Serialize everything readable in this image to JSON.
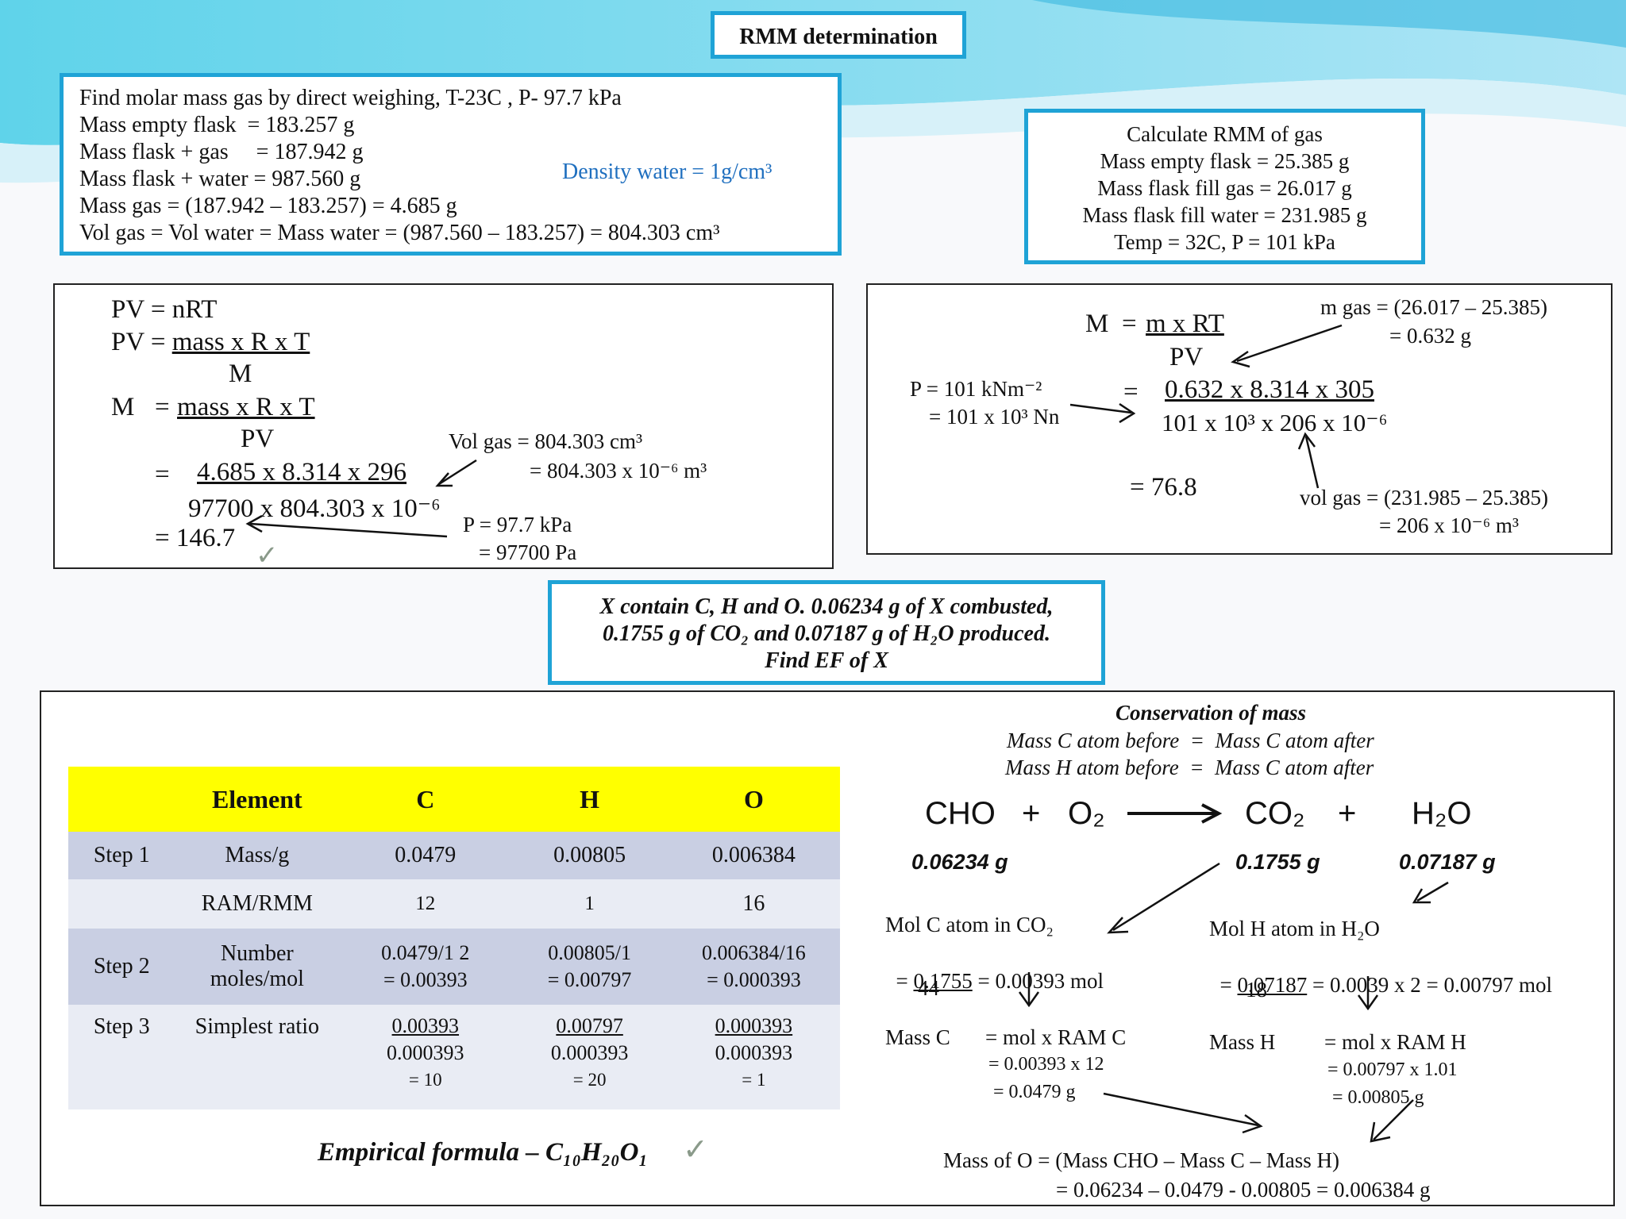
{
  "title": "RMM determination",
  "box1": {
    "lines": [
      "Find molar mass gas by direct weighing, T-23C , P- 97.7 kPa",
      "Mass empty flask  = 183.257 g",
      "Mass flask + gas     = 187.942 g",
      "Mass flask + water = 987.560 g",
      "Mass gas = (187.942 – 183.257) = 4.685 g",
      "Vol gas = Vol water = Mass water = (987.560 – 183.257) = 804.303 cm³"
    ],
    "density": "Density water = 1g/cm³"
  },
  "box2": {
    "lines": [
      "Calculate RMM of gas",
      "Mass empty flask = 25.385 g",
      "Mass flask fill gas = 26.017 g",
      "Mass flask fill water = 231.985 g",
      "Temp = 32C, P = 101 kPa"
    ]
  },
  "calc1": {
    "l1": "PV = nRT",
    "l2a": "PV = ",
    "l2b": "mass x R x T",
    "l3": "M",
    "l4a": "M",
    "l4b": "=",
    "l4c": "mass x R x T",
    "l5": "PV",
    "l6a": "=",
    "l6b": "4.685 x 8.314 x 296",
    "l7": "97700 x  804.303 x 10⁻⁶",
    "l8": "= 146.7",
    "vol1": "Vol gas = 804.303 cm³",
    "vol2": "=  804.303 x 10⁻⁶ m³",
    "p1": "P = 97.7 kPa",
    "p2": "=  97700 Pa"
  },
  "calc2": {
    "m_a": "M",
    "m_b": "=",
    "m_c": "m x RT",
    "pv": "PV",
    "eq": "=",
    "num": "0.632  x  8.314  x 305",
    "den": "101 x 10³ x 206 x 10⁻⁶",
    "res": "=  76.8",
    "mgas1": "m gas = (26.017 – 25.385)",
    "mgas2": "= 0.632 g",
    "p1": "P = 101 kNm⁻²",
    "p2": "=  101 x 10³ Nn",
    "vgas1": "vol gas = (231.985 – 25.385)",
    "vgas2": "= 206 x 10⁻⁶ m³"
  },
  "question": {
    "lines": [
      "X contain C, H and O. 0.06234 g of  X combusted,",
      "0.1755 g of CO₂ and 0.07187  g of  H₂O produced.",
      "Find EF of X"
    ]
  },
  "table": {
    "headers": [
      "",
      "Element",
      "C",
      "H",
      "O"
    ],
    "rows": [
      [
        "Step 1",
        "Mass/g",
        "0.0479",
        "0.00805",
        "0.006384"
      ],
      [
        "",
        "RAM/RMM",
        "12",
        "1",
        "16"
      ],
      [
        "Step 2",
        "Number moles/mol",
        "0.0479/1 2 = 0.00393",
        "0.00805/1 = 0.00797",
        "0.006384/16 = 0.000393"
      ],
      [
        "Step 3",
        "Simplest ratio",
        "0.00393 0.000393 = 10",
        "0.00797 0.000393 = 20",
        "0.000393 0.000393 = 1"
      ]
    ],
    "step2": {
      "label": "Number",
      "label2": "moles/mol",
      "c1": "0.0479/1 2",
      "c2": "= 0.00393",
      "h1": "0.00805/1",
      "h2": "= 0.00797",
      "o1": "0.006384/16",
      "o2": "= 0.000393"
    },
    "step3": {
      "c1": "0.00393",
      "c2": "0.000393",
      "c3": "= 10",
      "h1": "0.00797",
      "h2": "0.000393",
      "h3": "= 20",
      "o1": "0.000393",
      "o2": "0.000393",
      "o3": "= 1"
    }
  },
  "empirical": "Empirical formula – C₁₀H₂₀O₁",
  "conservation": {
    "title": "Conservation of mass",
    "l1": "Mass C atom before  =  Mass C atom after",
    "l2": "Mass H atom before  =  Mass C atom after"
  },
  "equation": {
    "cho": "CHO",
    "plus1": "+",
    "o2": "O₂",
    "co2": "CO₂",
    "plus2": "+",
    "h2o": "H₂O",
    "m_cho": "0.06234 g",
    "m_co2": "0.1755 g",
    "m_h2o": "0.07187 g"
  },
  "molC": {
    "title": "Mol C atom in CO₂",
    "eq_pre": "= ",
    "eq_num": "0.1755",
    "eq_post": " = 0.00393 mol",
    "den": "44",
    "massC": "Mass C",
    "m1": "= mol x RAM C",
    "m2": "= 0.00393 x 12",
    "m3": "= 0.0479 g"
  },
  "molH": {
    "title": "Mol H atom in H₂O",
    "eq_pre": "= ",
    "eq_num": "0.07187",
    "eq_post": " = 0.0039 x 2 = 0.00797 mol",
    "den": "18",
    "massH": "Mass H",
    "m1": "=  mol x RAM H",
    "m2": "= 0.00797 x 1.01",
    "m3": "= 0.00805 g"
  },
  "massO": {
    "l1": "Mass of O = (Mass CHO – Mass C – Mass H)",
    "l2": "= 0.06234 – 0.0479 - 0.00805 = 0.006384 g"
  },
  "colors": {
    "box_border": "#1fa3d6",
    "table_header": "#ffff00",
    "density_text": "#1f6fbf"
  }
}
